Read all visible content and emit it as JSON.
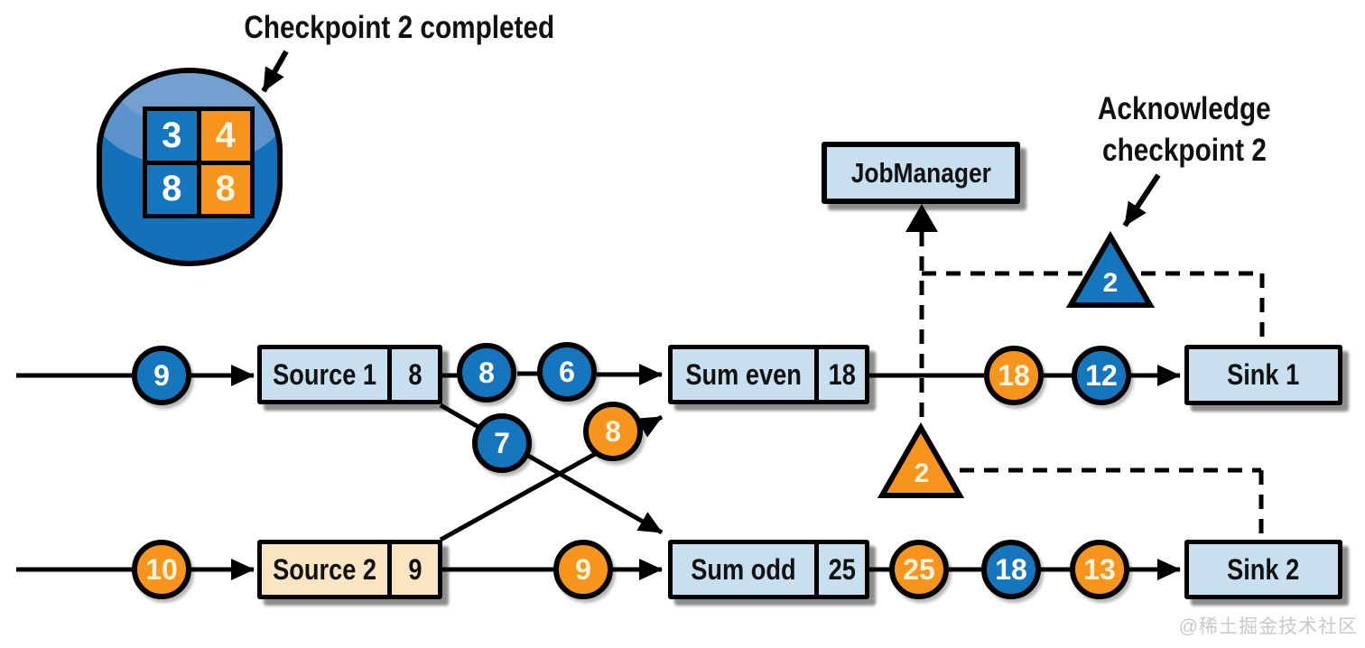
{
  "annotations": {
    "checkpoint_completed": "Checkpoint 2 completed",
    "acknowledge": [
      "Acknowledge",
      "checkpoint 2"
    ]
  },
  "job_manager": {
    "label": "JobManager"
  },
  "checkpoint_store": {
    "cells": [
      {
        "value": "3",
        "color": "blue"
      },
      {
        "value": "4",
        "color": "orange"
      },
      {
        "value": "8",
        "color": "blue"
      },
      {
        "value": "8",
        "color": "orange"
      }
    ]
  },
  "barriers": {
    "sink1_ack": {
      "value": "2",
      "color": "blue"
    },
    "sink2_ack": {
      "value": "2",
      "color": "orange"
    }
  },
  "top_pipeline": {
    "input_token": {
      "value": "9",
      "color": "blue"
    },
    "source": {
      "label": "Source 1",
      "state": "8"
    },
    "after_source_tokens": [
      {
        "value": "8",
        "color": "blue"
      },
      {
        "value": "6",
        "color": "blue"
      }
    ],
    "cross_token_to_sum_odd": {
      "value": "7",
      "color": "blue"
    },
    "sum": {
      "label": "Sum even",
      "state": "18"
    },
    "after_sum_tokens": [
      {
        "value": "18",
        "color": "orange"
      },
      {
        "value": "12",
        "color": "blue"
      }
    ],
    "sink": {
      "label": "Sink 1"
    }
  },
  "bottom_pipeline": {
    "input_token": {
      "value": "10",
      "color": "orange"
    },
    "source": {
      "label": "Source 2",
      "state": "9"
    },
    "after_source_tokens": [
      {
        "value": "9",
        "color": "orange"
      }
    ],
    "cross_token_to_sum_even": {
      "value": "8",
      "color": "orange"
    },
    "sum": {
      "label": "Sum odd",
      "state": "25"
    },
    "after_sum_tokens": [
      {
        "value": "25",
        "color": "orange"
      },
      {
        "value": "18",
        "color": "blue"
      },
      {
        "value": "13",
        "color": "orange"
      }
    ],
    "sink": {
      "label": "Sink 2"
    }
  },
  "watermark": "@稀土掘金技术社区",
  "colors": {
    "blue": "#1576bd",
    "orange": "#f7941e",
    "box_light_blue": "#c8dff0",
    "box_cream": "#fae5c3",
    "cylinder_blue": "#1470b8",
    "cylinder_highlight": "#5c93cc",
    "line_black": "#000000",
    "watermark_gray": "#c9c9c9"
  }
}
